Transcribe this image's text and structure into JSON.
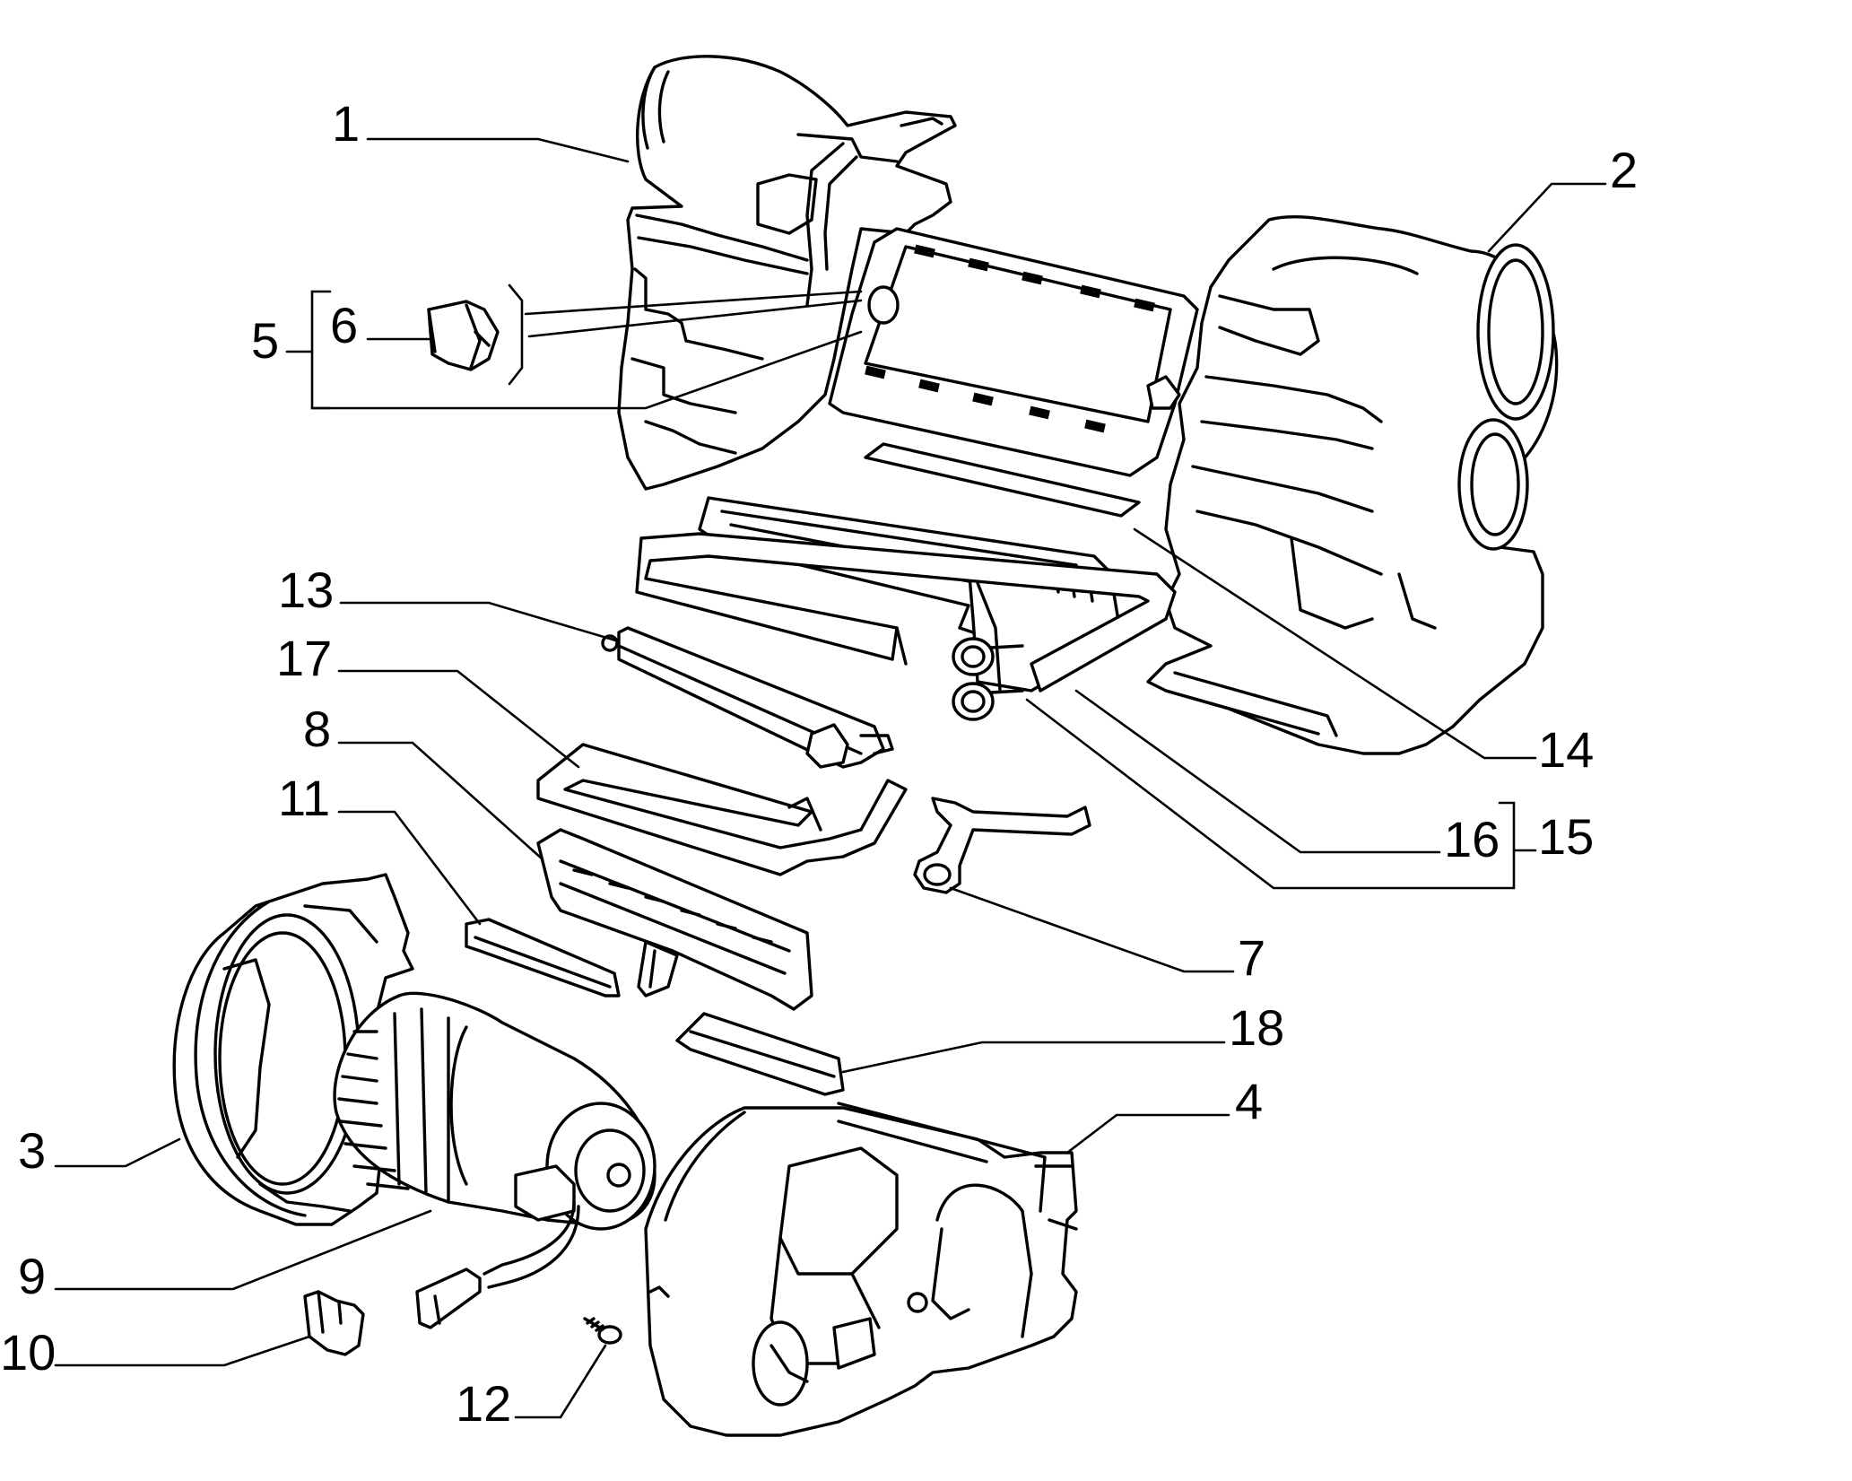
{
  "diagram": {
    "callouts": [
      {
        "id": "c1",
        "text": "1"
      },
      {
        "id": "c2",
        "text": "2"
      },
      {
        "id": "c3",
        "text": "3"
      },
      {
        "id": "c4",
        "text": "4"
      },
      {
        "id": "c5",
        "text": "5"
      },
      {
        "id": "c6",
        "text": "6"
      },
      {
        "id": "c7",
        "text": "7"
      },
      {
        "id": "c8",
        "text": "8"
      },
      {
        "id": "c9",
        "text": "9"
      },
      {
        "id": "c10",
        "text": "10"
      },
      {
        "id": "c11",
        "text": "11"
      },
      {
        "id": "c12",
        "text": "12"
      },
      {
        "id": "c13",
        "text": "13"
      },
      {
        "id": "c14",
        "text": "14"
      },
      {
        "id": "c15",
        "text": "15"
      },
      {
        "id": "c16",
        "text": "16"
      },
      {
        "id": "c17",
        "text": "17"
      },
      {
        "id": "c18",
        "text": "18"
      }
    ]
  },
  "colors": {
    "ink": "#000000",
    "paper": "#ffffff"
  }
}
